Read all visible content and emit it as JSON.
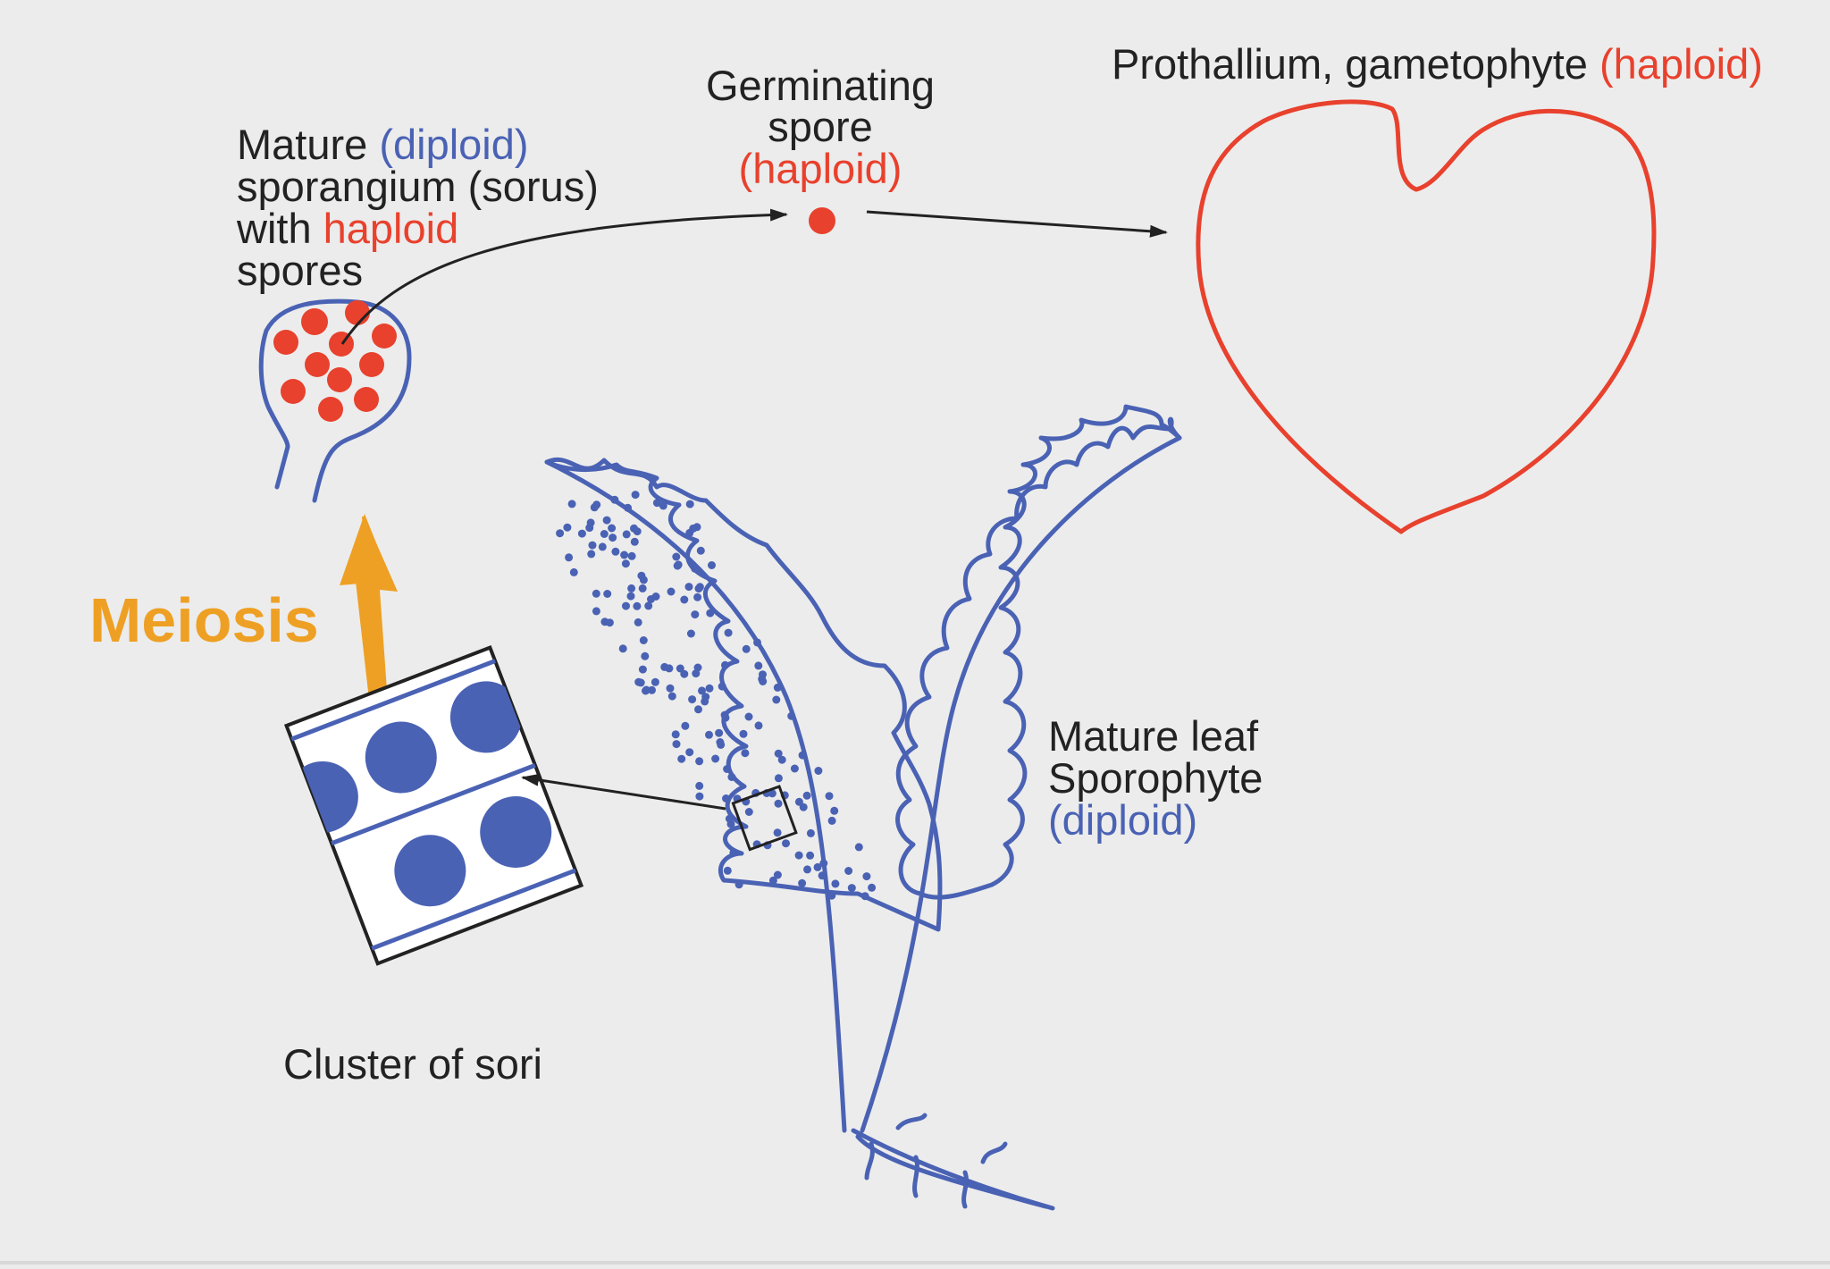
{
  "colors": {
    "diploid_blue": "#4a62b4",
    "haploid_red": "#e8412d",
    "meiosis_orange": "#eea024",
    "text_dark": "#222222",
    "background": "#ececec"
  },
  "labels": {
    "sporangium": {
      "mature": "Mature ",
      "diploid": "(diploid)",
      "line2": "sporangium (sorus)",
      "with": "with ",
      "haploid": "haploid",
      "line4": "spores"
    },
    "germinating": {
      "line1": "Germinating",
      "line2": "spore",
      "haploid": "(haploid)"
    },
    "prothallium": {
      "main": "Prothallium, gametophyte ",
      "haploid": "(haploid)"
    },
    "meiosis": "Meiosis",
    "mature_leaf": {
      "line1": "Mature leaf",
      "line2": "Sporophyte",
      "diploid": "(diploid)"
    },
    "cluster": "Cluster of sori"
  }
}
